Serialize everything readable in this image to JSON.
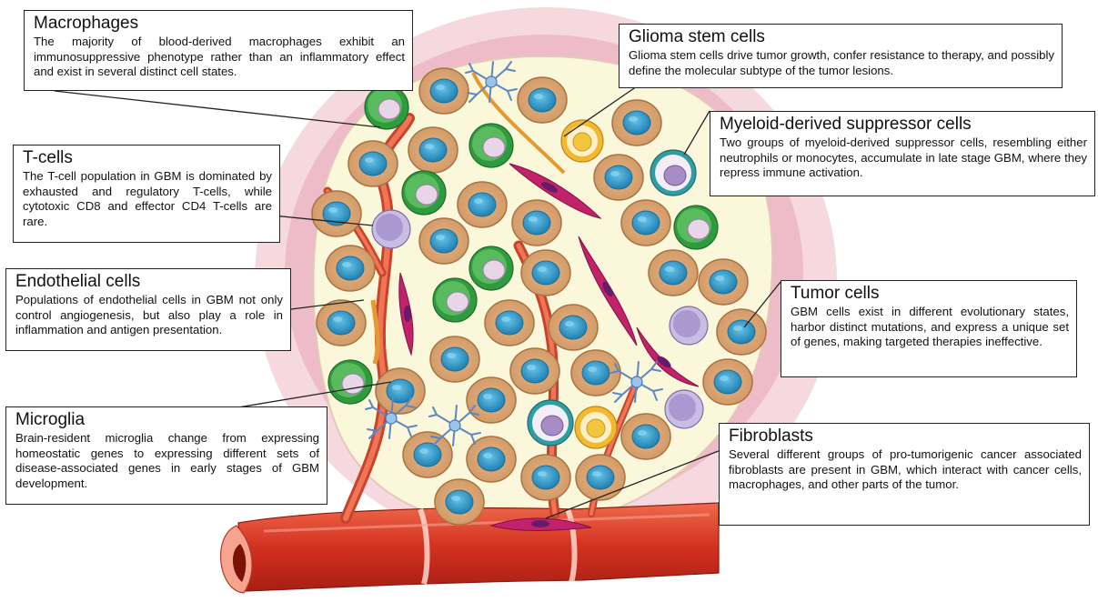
{
  "boxes": {
    "macrophages": {
      "title": "Macrophages",
      "text": "The majority of blood-derived macrophages exhibit an immunosuppressive phenotype rather than an inflammatory effect and exist in several distinct cell states."
    },
    "tcells": {
      "title": "T-cells",
      "text": "The T-cell population in GBM is dominated by exhausted and regulatory T-cells, while cytotoxic CD8 and effector CD4 T-cells are rare."
    },
    "endothelial": {
      "title": "Endothelial cells",
      "text": "Populations of endothelial cells in GBM not only control angiogenesis, but also play a role in inflammation and antigen presentation."
    },
    "microglia": {
      "title": "Microglia",
      "text": "Brain-resident microglia change from expressing homeostatic genes to expressing different sets of disease-associated genes in early stages of GBM development."
    },
    "glioma_stem": {
      "title": "Glioma stem cells",
      "text": "Glioma stem cells drive tumor growth, confer resistance to therapy, and possibly define the molecular subtype of the tumor lesions."
    },
    "mdsc": {
      "title": "Myeloid-derived suppressor cells",
      "text": "Two groups of myeloid-derived suppressor cells, resembling either neutrophils or monocytes, accumulate in late stage GBM, where they repress immune activation."
    },
    "tumor": {
      "title": "Tumor cells",
      "text": "GBM cells exist in different evolutionary states, harbor distinct mutations, and express a unique set of genes, making targeted therapies ineffective."
    },
    "fibroblasts": {
      "title": "Fibroblasts",
      "text": "Several different groups of pro-tumorigenic cancer associated fibroblasts are present in GBM, which interact with cancer cells, macrophages, and other parts of the tumor."
    }
  },
  "colors": {
    "outer_halo": "#f3d3da",
    "inner_halo": "#eab5c2",
    "tumor_core": "#fbf6d8",
    "tumor_cell": "#dfb27e",
    "tumor_nucleus": "#2b95c4",
    "macrophage": "#3ea34a",
    "mdsc": "#3fb4b4",
    "glioma_stem": "#f4c43c",
    "tcell": "#b7a6d8",
    "endothelial": "#c2226a",
    "vessel": "#d6402a",
    "microglia": "#7aaad8"
  }
}
